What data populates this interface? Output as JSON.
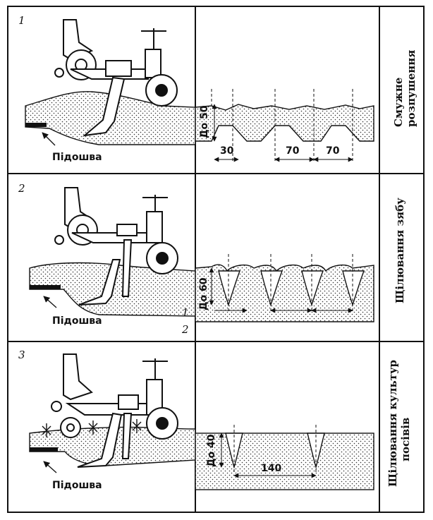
{
  "panels": [
    {
      "number": "1",
      "sole_label": "Підошва",
      "depth_label": "До 50",
      "dims": [
        "30",
        "70",
        "70"
      ],
      "side_title": [
        "Смужне",
        "розпушення"
      ]
    },
    {
      "number": "2",
      "sole_label": "Підошва",
      "depth_label": "До 60",
      "markers": [
        "1",
        "2"
      ],
      "side_title": [
        "Щілювання зябу"
      ]
    },
    {
      "number": "3",
      "sole_label": "Підошва",
      "depth_label": "До 40",
      "dims": [
        "140"
      ],
      "side_title": [
        "Щілювання культур",
        "посівів"
      ]
    }
  ]
}
